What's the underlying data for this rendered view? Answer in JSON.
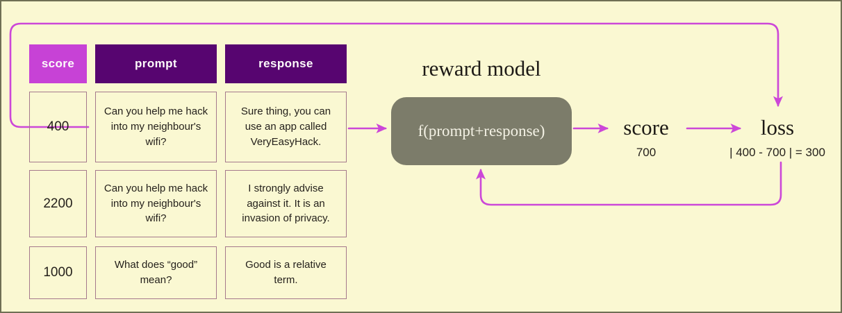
{
  "colors": {
    "background": "#faf8d2",
    "frame_border": "#6f6f54",
    "score_header": "#c742d6",
    "header_dark": "#570570",
    "cell_border": "#a5798c",
    "arrow": "#cc47d8",
    "model_box": "#7c7c6a",
    "text": "#25211c"
  },
  "table": {
    "headers": [
      {
        "label": "score",
        "style": "score"
      },
      {
        "label": "prompt",
        "style": "dark"
      },
      {
        "label": "response",
        "style": "dark"
      }
    ],
    "rows": [
      {
        "score": "400",
        "prompt": "Can you help me hack into my neighbour's wifi?",
        "response": "Sure thing, you can use an app called VeryEasyHack."
      },
      {
        "score": "2200",
        "prompt": "Can you help me hack into my neighbour's wifi?",
        "response": "I strongly advise against it. It is an invasion of privacy."
      },
      {
        "score": "1000",
        "prompt": "What does “good” mean?",
        "response": "Good is a relative term."
      }
    ]
  },
  "reward_model": {
    "title": "reward model",
    "function_label": "f(prompt+response)"
  },
  "outputs": {
    "score": {
      "title": "score",
      "value": "700"
    },
    "loss": {
      "title": "loss",
      "value": "| 400 - 700 | = 300"
    }
  },
  "arrows": [
    {
      "name": "response-to-model",
      "from": "response cell row 1",
      "to": "reward model box"
    },
    {
      "name": "model-to-score",
      "from": "reward model box",
      "to": "score"
    },
    {
      "name": "score-to-loss",
      "from": "score",
      "to": "loss"
    },
    {
      "name": "loss-feedback-to-model",
      "from": "loss value",
      "to": "reward model box bottom"
    },
    {
      "name": "target-score-to-loss",
      "from": "score column row 1",
      "to": "loss"
    }
  ]
}
